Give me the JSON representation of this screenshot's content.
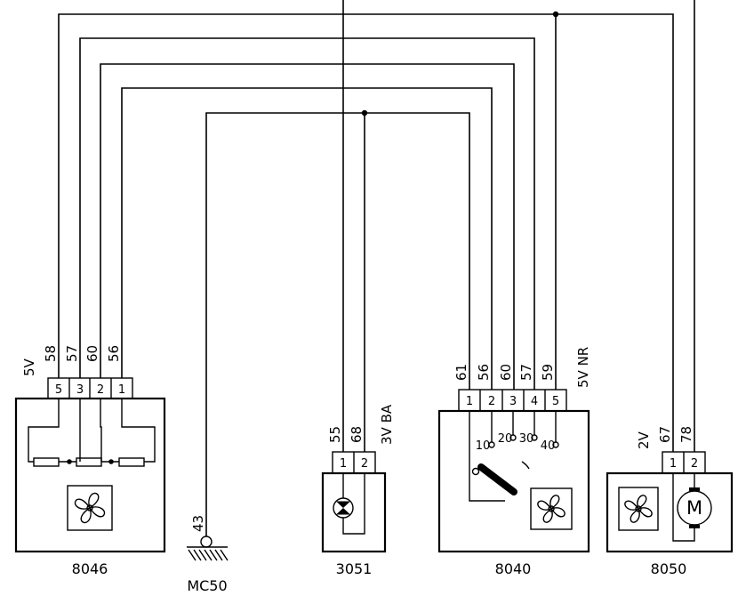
{
  "components": {
    "c8046": {
      "label": "8046",
      "connector_color": "5V",
      "pins": [
        "5",
        "3",
        "2",
        "1"
      ],
      "wires": [
        "58",
        "57",
        "60",
        "56"
      ]
    },
    "c3051": {
      "label": "3051",
      "connector_color": "3V BA",
      "pins": [
        "1",
        "2"
      ],
      "wires": [
        "55",
        "68"
      ]
    },
    "c8040": {
      "label": "8040",
      "connector_color": "5V NR",
      "pins": [
        "1",
        "2",
        "3",
        "4",
        "5"
      ],
      "wires": [
        "61",
        "56",
        "60",
        "57",
        "59"
      ],
      "speed_positions": [
        "10",
        "20",
        "30",
        "40"
      ]
    },
    "c8050": {
      "label": "8050",
      "connector_color": "2V",
      "pins": [
        "1",
        "2"
      ],
      "wires": [
        "67",
        "78"
      ],
      "motor_symbol": "M"
    }
  },
  "ground": {
    "label": "MC50",
    "wire": "43"
  },
  "icons": [
    "fan-icon",
    "lamp-icon",
    "motor-icon",
    "ground-icon",
    "resistor-icon"
  ]
}
